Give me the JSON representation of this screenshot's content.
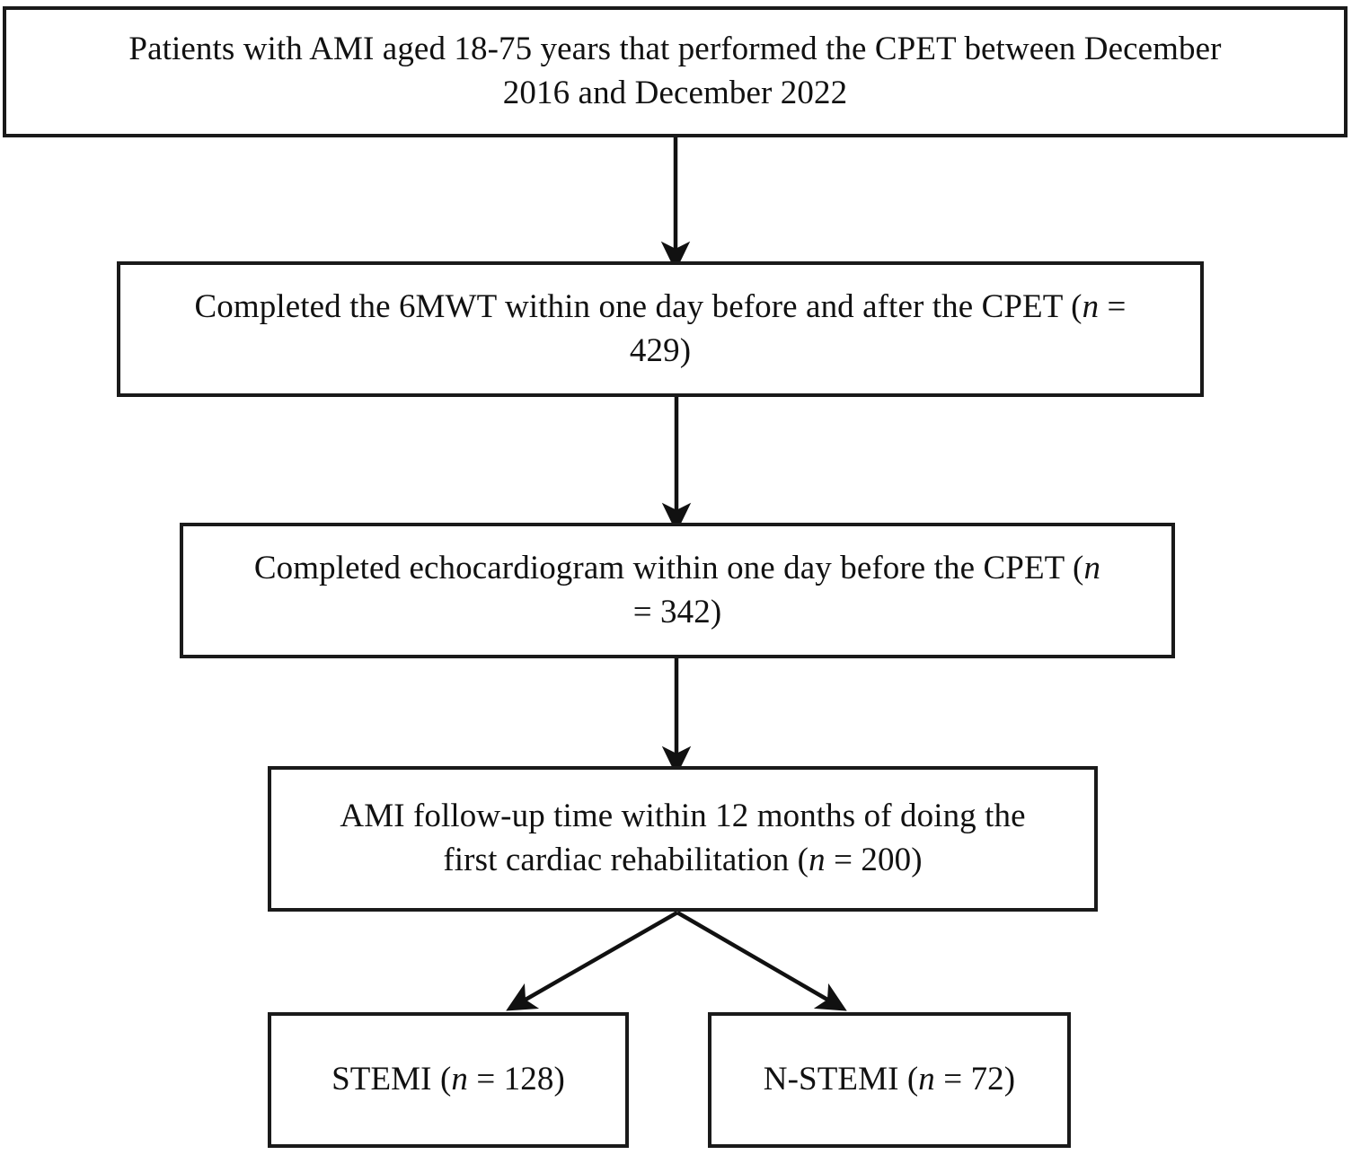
{
  "figure": {
    "type": "flowchart",
    "orientation": "top-down",
    "background_color": "#ffffff",
    "line_color": "#1a1a1a",
    "text_color": "#111111"
  },
  "nodes": [
    {
      "id": "screened",
      "name": "screened-population-box",
      "lines": [
        "Patients with AMI aged 18-75 years that performed the CPET between December",
        "2016 and December 2022"
      ],
      "text_plain": "Patients with AMI aged 18-75 years that performed the CPET between December 2016 and December 2022",
      "count": null
    },
    {
      "id": "6mwt",
      "name": "completed-6mwt-box",
      "lines": [
        "Completed the 6MWT within one day before and after the CPET (n =",
        "429)"
      ],
      "text_plain": "Completed the 6MWT within one day before and after the CPET (n = 429)",
      "count": 429
    },
    {
      "id": "echo",
      "name": "completed-echocardiogram-box",
      "lines": [
        "Completed echocardiogram within one day before the CPET (n",
        "= 342)"
      ],
      "text_plain": "Completed echocardiogram within one day before the CPET (n = 342)",
      "count": 342
    },
    {
      "id": "followup",
      "name": "ami-followup-box",
      "lines": [
        "AMI follow-up time within 12 months of doing the",
        "first cardiac rehabilitation (n = 200)"
      ],
      "text_plain": "AMI follow-up time within 12 months of doing the first cardiac rehabilitation (n = 200)",
      "count": 200
    },
    {
      "id": "stemi",
      "name": "stemi-group-box",
      "lines": [
        "STEMI (n = 128)"
      ],
      "text_plain": "STEMI (n = 128)",
      "count": 128
    },
    {
      "id": "nstemi",
      "name": "nstemi-group-box",
      "lines": [
        "N-STEMI (n = 72)"
      ],
      "text_plain": "N-STEMI (n = 72)",
      "count": 72
    }
  ],
  "edges": [
    {
      "from": "screened",
      "to": "6mwt",
      "style": "straight-arrow-down"
    },
    {
      "from": "6mwt",
      "to": "echo",
      "style": "straight-arrow-down"
    },
    {
      "from": "echo",
      "to": "followup",
      "style": "straight-arrow-down"
    },
    {
      "from": "followup",
      "to": "stemi",
      "style": "diagonal-arrow-down-left"
    },
    {
      "from": "followup",
      "to": "nstemi",
      "style": "diagonal-arrow-down-right"
    }
  ]
}
